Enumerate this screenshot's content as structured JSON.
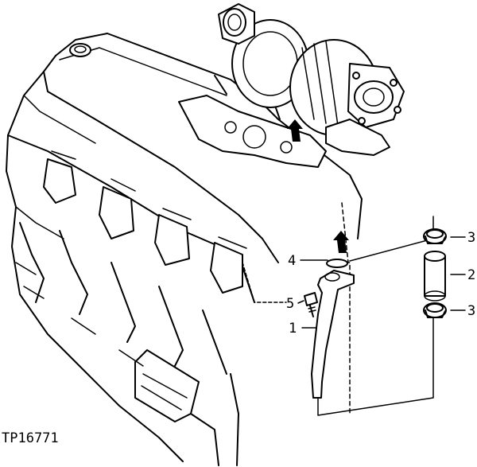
{
  "figure": {
    "id_label": "TP16771"
  },
  "callouts": {
    "c1": "1",
    "c2": "2",
    "c3_top": "3",
    "c3_bottom": "3",
    "c4": "4",
    "c5": "5"
  },
  "colors": {
    "ink": "#000000",
    "paper": "#ffffff"
  }
}
